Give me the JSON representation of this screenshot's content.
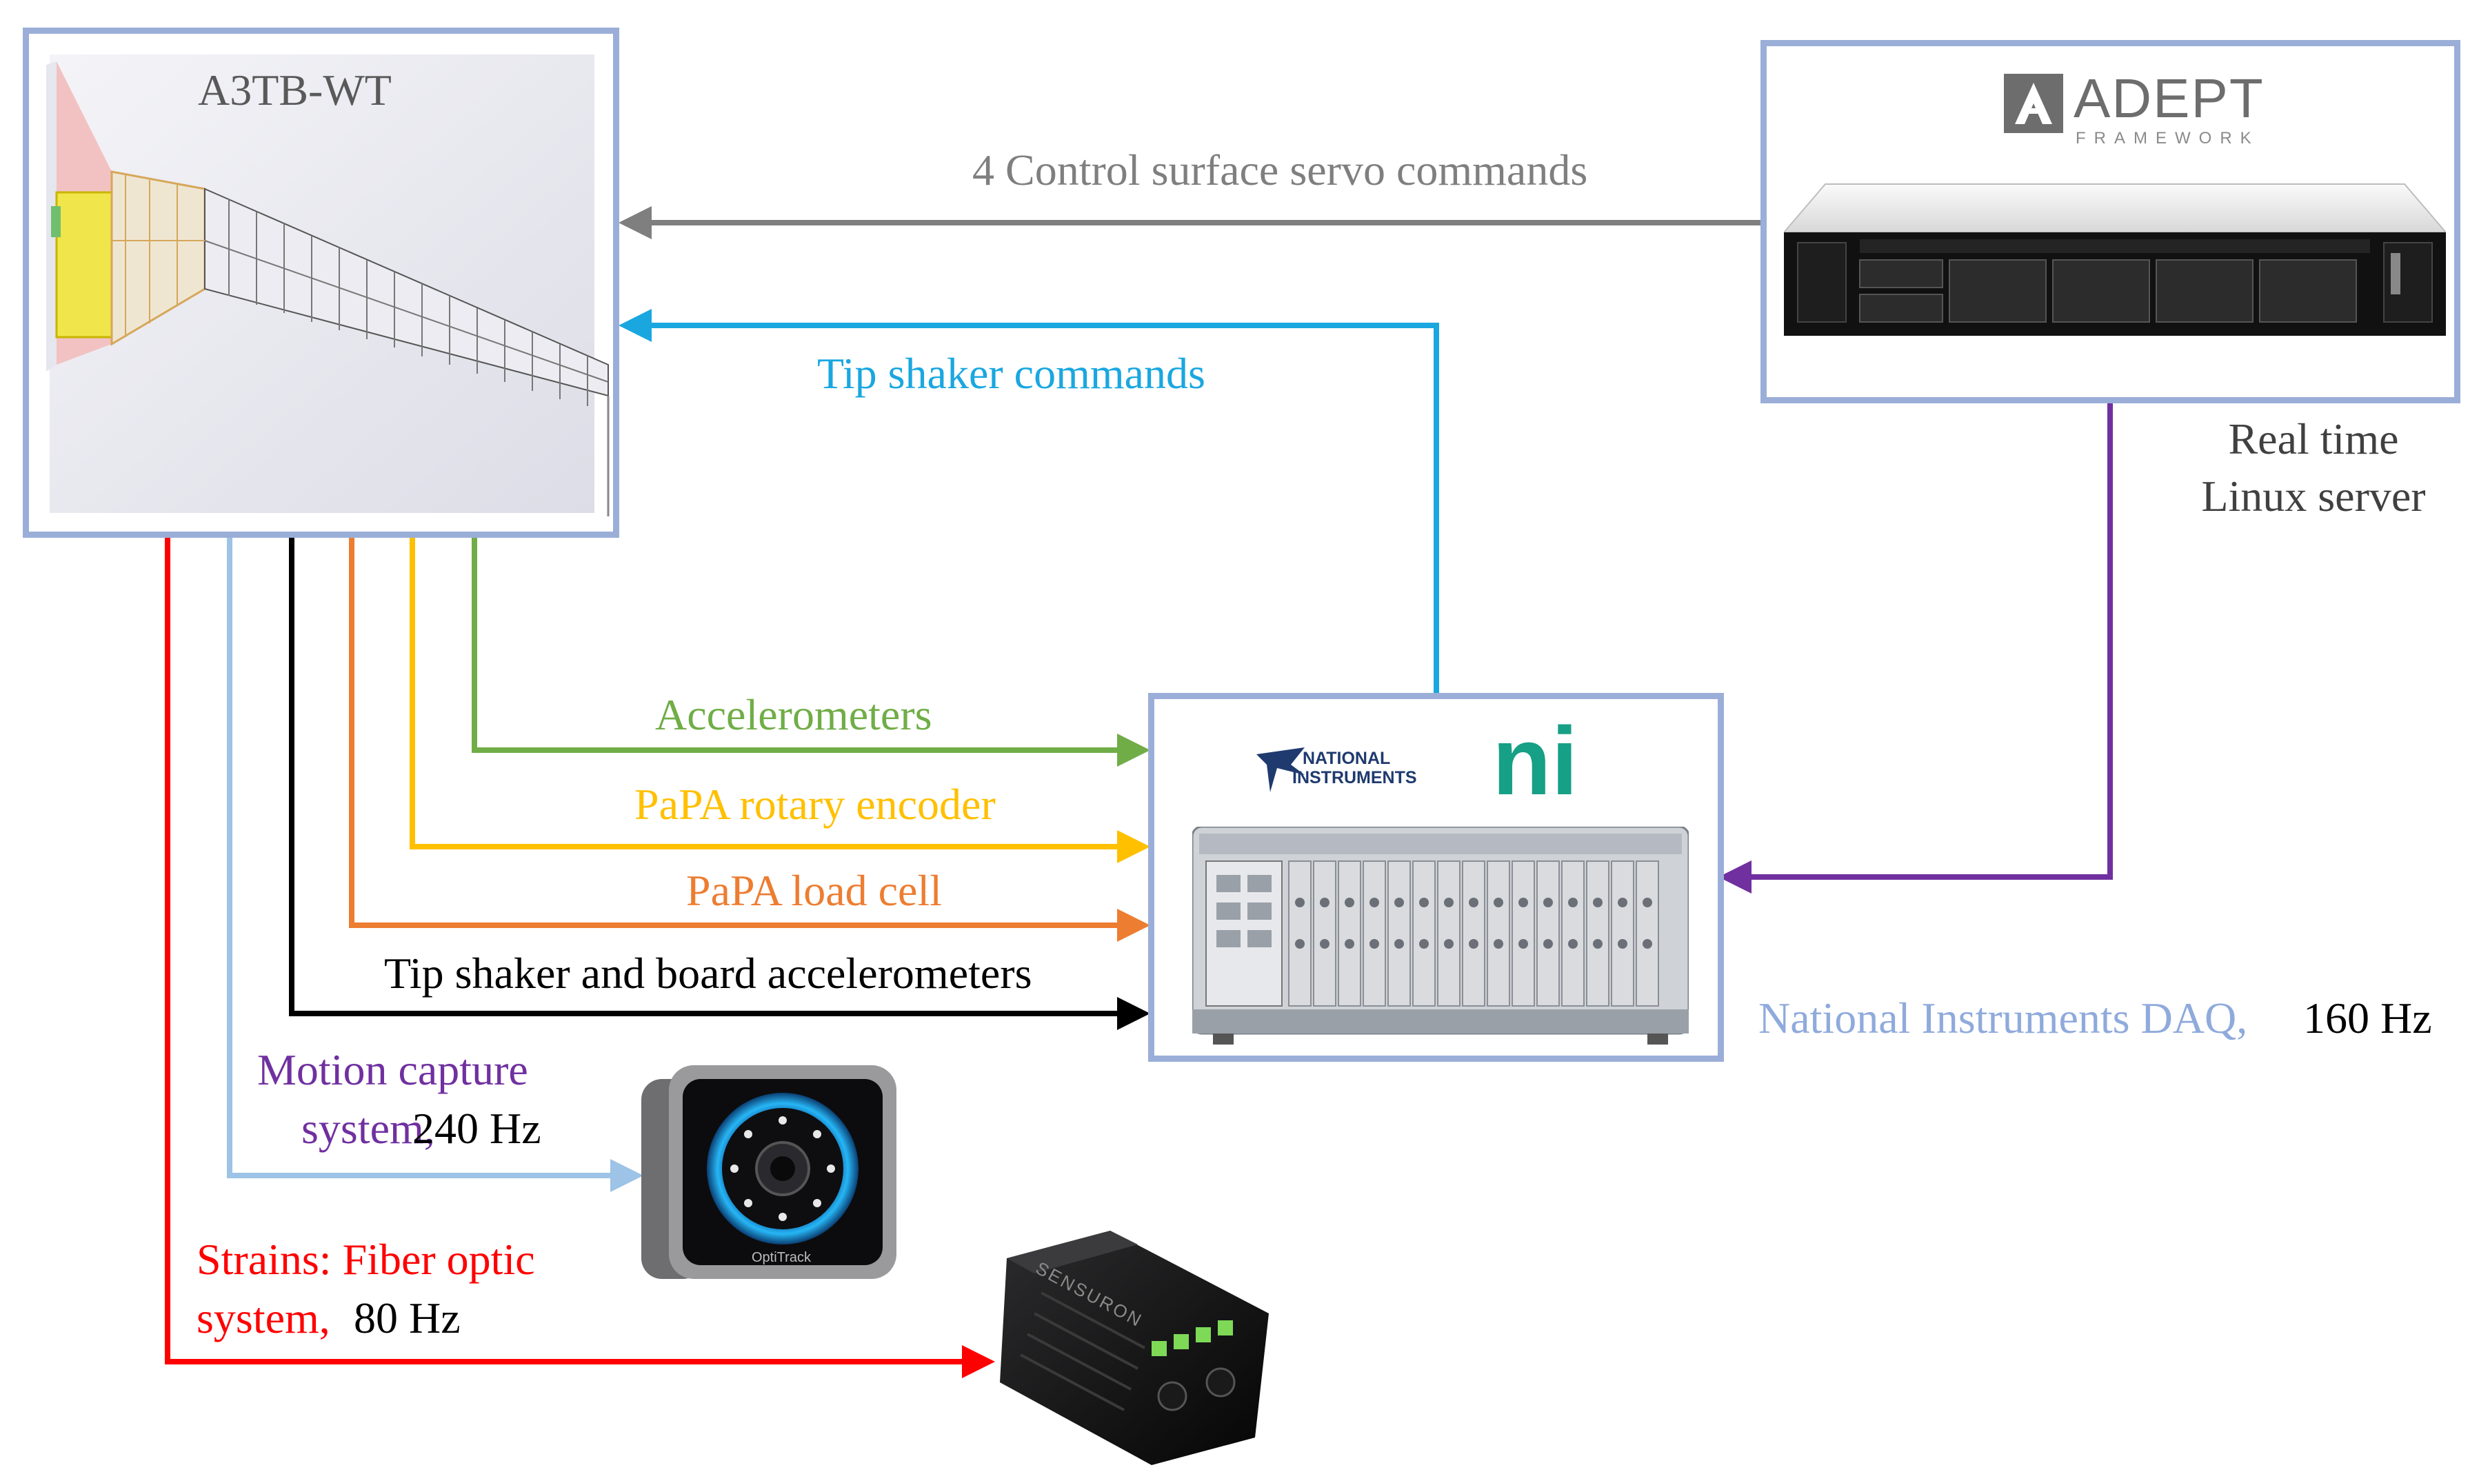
{
  "wing_box": {
    "title": "A3TB-WT"
  },
  "adept": {
    "logo_main": "ADEPT",
    "logo_sub": "FRAMEWORK",
    "caption_line1": "Real time",
    "caption_line2": "Linux server"
  },
  "daq": {
    "ni_logo_line1": "NATIONAL",
    "ni_logo_line2": "INSTRUMENTS",
    "ni_mark": "ni",
    "caption_name": "National Instruments DAQ,",
    "caption_rate": "160 Hz"
  },
  "arrows": {
    "servo": "4 Control surface servo commands",
    "tip_shaker_cmd": "Tip shaker commands",
    "accelerometers": "Accelerometers",
    "rotary_encoder": "PaPA rotary encoder",
    "load_cell": "PaPA load cell",
    "tip_board": "Tip shaker and board accelerometers"
  },
  "mocap": {
    "line1": "Motion capture",
    "line2_name": "system,",
    "line2_rate": "240 Hz",
    "brand": "OptiTrack"
  },
  "fiber": {
    "line1": "Strains: Fiber optic",
    "line2_name": "system,",
    "line2_rate": "80 Hz",
    "brand": "SENSURON"
  },
  "colors": {
    "box_border": "#9aaed8",
    "servo": "#7f7f7f",
    "tip_shaker": "#1aa7e0",
    "accelerometers": "#70ad47",
    "encoder": "#ffc000",
    "load_cell": "#ed7d31",
    "tip_board": "#000000",
    "mocap": "#9dc3e6",
    "fiber": "#ff0000",
    "linux": "#7030a0",
    "mocap_text": "#7030a0",
    "daq_text": "#8faadc"
  }
}
